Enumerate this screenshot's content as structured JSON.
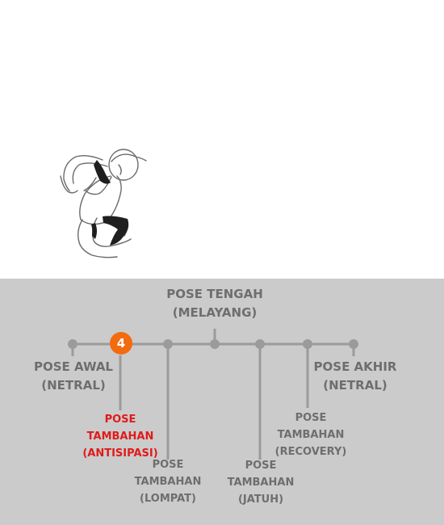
{
  "timeline": {
    "top_label": {
      "line1": "POSE TENGAH",
      "line2": "(MELAYANG)"
    },
    "start_label": {
      "line1": "POSE AWAL",
      "line2": "(NETRAL)"
    },
    "end_label": {
      "line1": "POSE AKHIR",
      "line2": "(NETRAL)"
    },
    "active_step_number": "4",
    "steps": [
      {
        "line1": "POSE",
        "line2": "TAMBAHAN",
        "line3": "(ANTISIPASI)"
      },
      {
        "line1": "POSE",
        "line2": "TAMBAHAN",
        "line3": "(LOMPAT)"
      },
      {
        "line1": "POSE",
        "line2": "TAMBAHAN",
        "line3": "(JATUH)"
      },
      {
        "line1": "POSE",
        "line2": "TAMBAHAN",
        "line3": "(RECOVERY)"
      }
    ]
  },
  "colors": {
    "panel": "#cbcbcb",
    "timeline": "#9b9b9b",
    "label": "#6e6e6e",
    "active": "#e11a1a",
    "badge": "#f26b0f"
  }
}
